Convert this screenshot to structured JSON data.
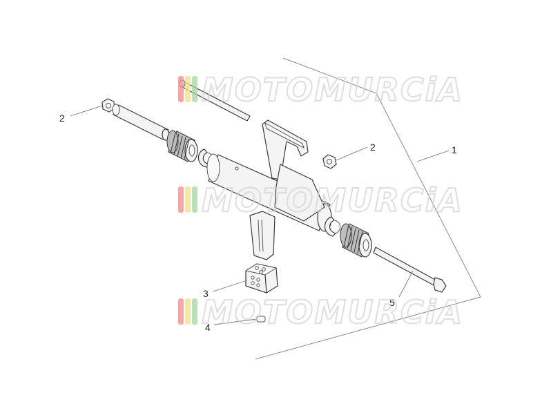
{
  "callouts": [
    {
      "id": "2a",
      "label": "2"
    },
    {
      "id": "2b",
      "label": "2"
    },
    {
      "id": "1",
      "label": "1"
    },
    {
      "id": "3",
      "label": "3"
    },
    {
      "id": "4",
      "label": "4"
    },
    {
      "id": "5",
      "label": "5"
    }
  ],
  "watermark": {
    "text": "MOTOMURCiA",
    "stripe_colors": [
      "#f28c8c",
      "#f5e08a",
      "#a8d8a0"
    ]
  },
  "colors": {
    "line": "#3a3a3a",
    "leader": "#777777",
    "watermark": "#d4d4d4"
  }
}
